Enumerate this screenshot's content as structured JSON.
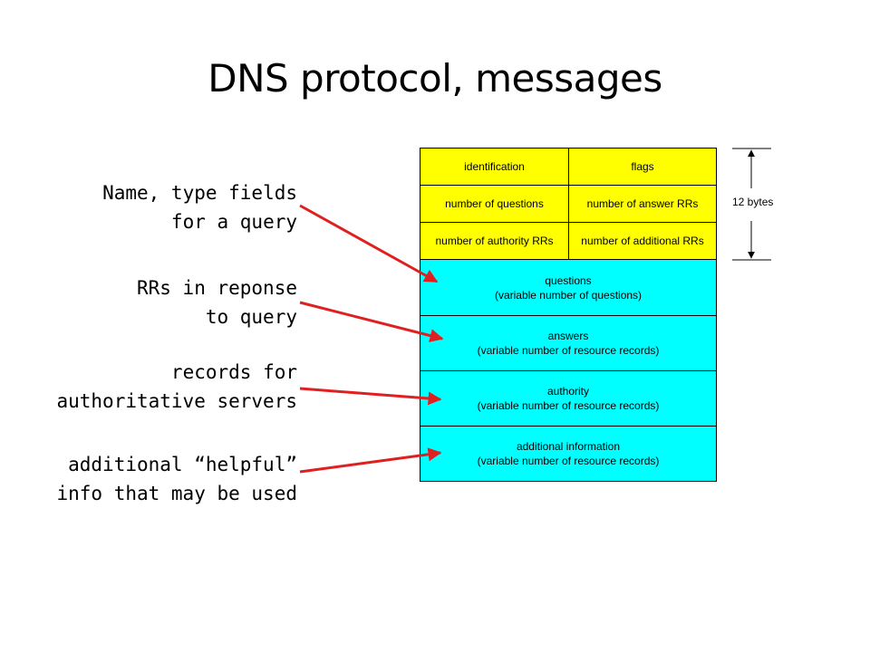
{
  "title": "DNS protocol, messages",
  "labels": {
    "query": [
      "Name, type fields",
      "for a query"
    ],
    "answers": [
      "RRs in reponse",
      "to query"
    ],
    "authority": [
      "records for",
      "authoritative servers"
    ],
    "additional": [
      "additional “helpful”",
      "info that may be used"
    ]
  },
  "header": {
    "row1": [
      "identification",
      "flags"
    ],
    "row2": [
      "number of questions",
      "number of answer RRs"
    ],
    "row3": [
      "number of authority RRs",
      "number of additional RRs"
    ],
    "size_label": "12 bytes"
  },
  "sections": {
    "questions": [
      "questions",
      "(variable number of questions)"
    ],
    "answers": [
      "answers",
      "(variable number of resource records)"
    ],
    "authority": [
      "authority",
      "(variable number of resource  records)"
    ],
    "additional": [
      "additional information",
      "(variable number of resource records)"
    ]
  },
  "colors": {
    "header": "#ffff00",
    "body": "#00ffff",
    "arrow": "#e02020"
  }
}
